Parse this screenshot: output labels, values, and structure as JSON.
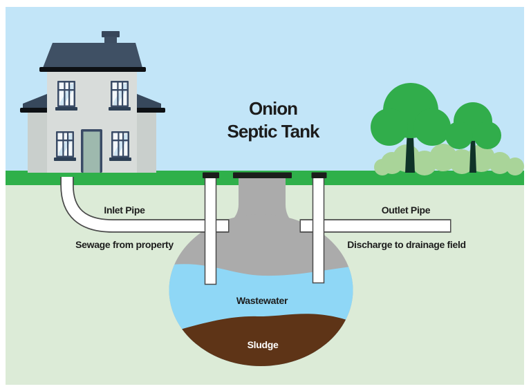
{
  "title": {
    "line1": "Onion",
    "line2": "Septic Tank"
  },
  "labels": {
    "inlet_pipe": "Inlet Pipe",
    "inlet_desc": "Sewage from property",
    "outlet_pipe": "Outlet Pipe",
    "outlet_desc": "Discharge to drainage field",
    "wastewater": "Wastewater",
    "sludge": "Sludge"
  },
  "colors": {
    "sky": "#C2E5F8",
    "grass": "#2FB04A",
    "soil": "#DCEBD7",
    "tank_gray": "#ABABAB",
    "wastewater_blue": "#8FD7F6",
    "sludge_brown": "#5E3417",
    "pipe_white": "#FFFFFF",
    "pipe_outline": "#4A4A4A",
    "cap_black": "#1C1D1B",
    "tree_canopy": "#31AD4B",
    "bush_green": "#A9D499",
    "trunk_dark": "#0F3328",
    "roof_slate": "#3F5064",
    "roof_trim": "#0D1014",
    "wall_main": "#D8DCDA",
    "wall_side": "#C9CFCC",
    "window_frame": "#3A4B66",
    "window_sill": "#2E4056",
    "door_green": "#9EB9AE",
    "text_dark": "#1C1C1C",
    "text_light": "#FFFFFF"
  }
}
